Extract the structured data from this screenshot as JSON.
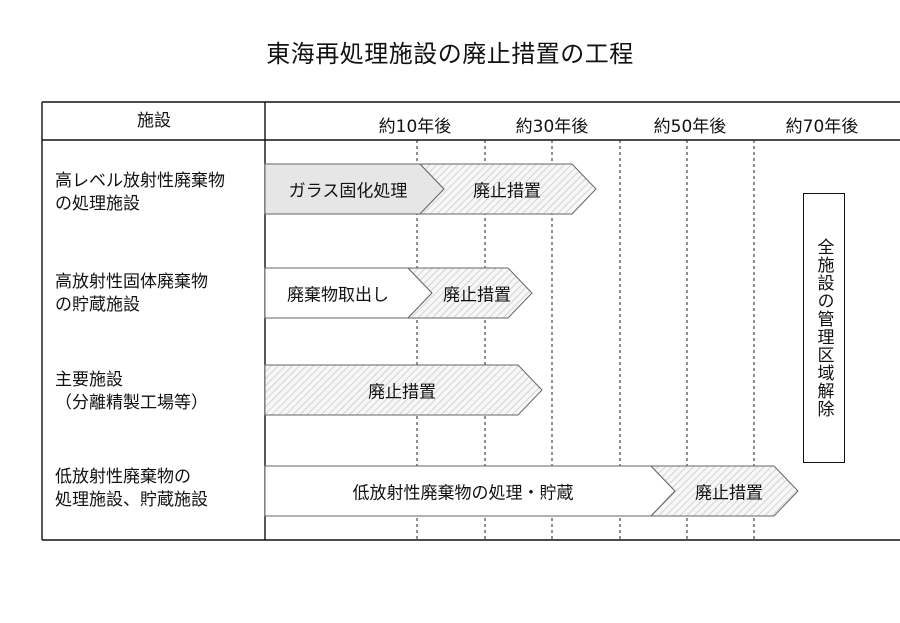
{
  "title": "東海再処理施設の廃止措置の工程",
  "header": {
    "facility_col": "施設",
    "milestones": [
      "約10年後",
      "約30年後",
      "約50年後",
      "約70年後"
    ]
  },
  "rows": [
    {
      "name_lines": [
        "高レベル放射性廃棄物",
        "の処理施設"
      ],
      "segments": [
        "ガラス固化処理",
        "廃止措置"
      ]
    },
    {
      "name_lines": [
        "高放射性固体廃棄物",
        "の貯蔵施設"
      ],
      "segments": [
        "廃棄物取出し",
        "廃止措置"
      ]
    },
    {
      "name_lines": [
        "主要施設",
        "（分離精製工場等）"
      ],
      "segments": [
        "廃止措置"
      ]
    },
    {
      "name_lines": [
        "低放射性廃棄物の",
        "処理施設、貯蔵施設"
      ],
      "segments": [
        "低放射性廃棄物の処理・貯蔵",
        "廃止措置"
      ]
    }
  ],
  "side_note": "全施設の管理区域解除",
  "colors": {
    "line": "#111111",
    "bar_fill": "#f4f4f4",
    "hatch": "#bdbdbd",
    "solid_fill": "#e6e6e6"
  }
}
